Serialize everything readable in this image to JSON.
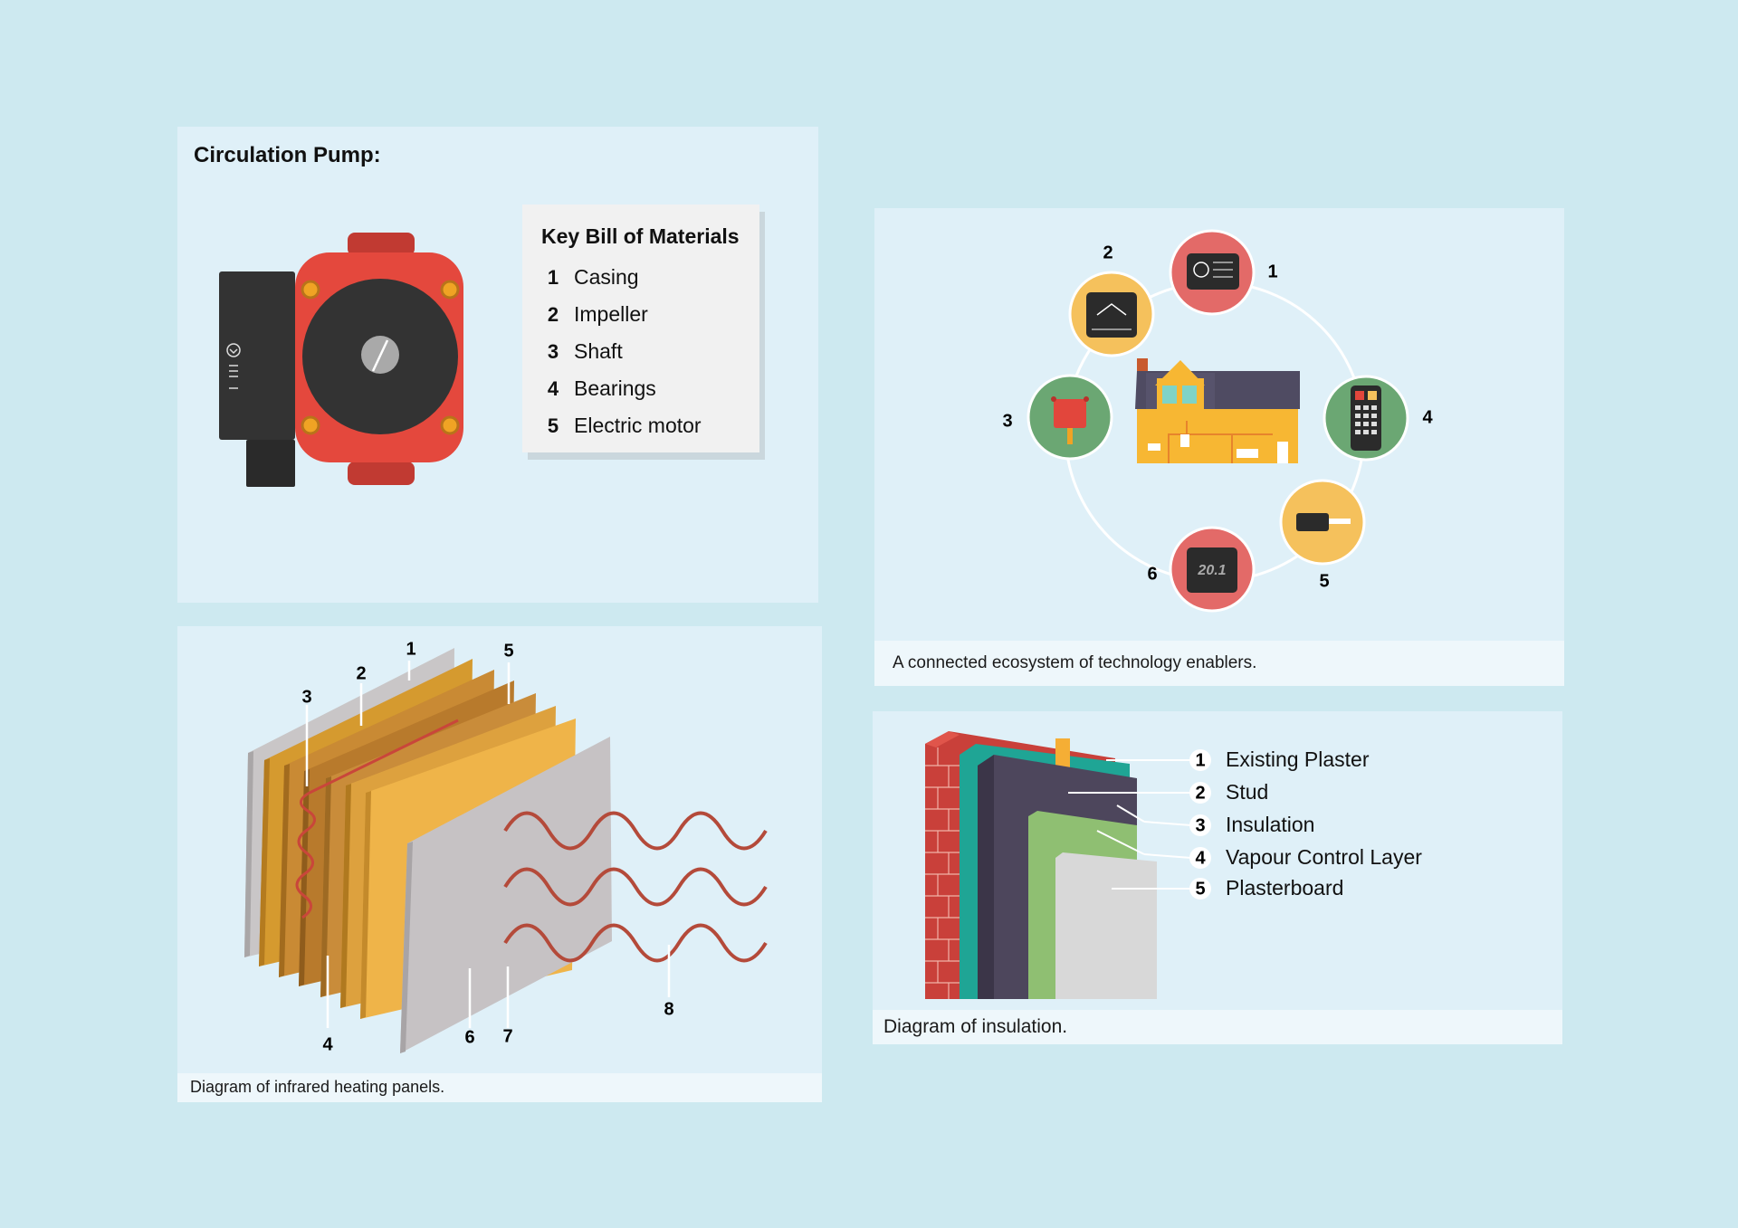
{
  "pump": {
    "title": "Circulation Pump:",
    "bom_title": "Key Bill of Materials",
    "items": [
      {
        "num": "1",
        "label": "Casing"
      },
      {
        "num": "2",
        "label": "Impeller"
      },
      {
        "num": "3",
        "label": "Shaft"
      },
      {
        "num": "4",
        "label": "Bearings"
      },
      {
        "num": "5",
        "label": "Electric motor"
      }
    ],
    "colors": {
      "casing": "#e4483d",
      "motor_box": "#333333",
      "bolts": "#f0a324"
    }
  },
  "ecosystem": {
    "caption": "A connected ecosystem of technology enablers.",
    "nodes": [
      "1",
      "2",
      "3",
      "4",
      "5",
      "6"
    ],
    "thermostat_reading": "20.1"
  },
  "infrared": {
    "caption": "Diagram of infrared heating panels.",
    "labels": [
      "1",
      "2",
      "3",
      "4",
      "5",
      "6",
      "7",
      "8"
    ]
  },
  "insulation": {
    "caption": "Diagram of insulation.",
    "items": [
      {
        "num": "1",
        "label": "Existing Plaster"
      },
      {
        "num": "2",
        "label": "Stud"
      },
      {
        "num": "3",
        "label": "Insulation"
      },
      {
        "num": "4",
        "label": "Vapour Control Layer"
      },
      {
        "num": "5",
        "label": "Plasterboard"
      }
    ]
  }
}
